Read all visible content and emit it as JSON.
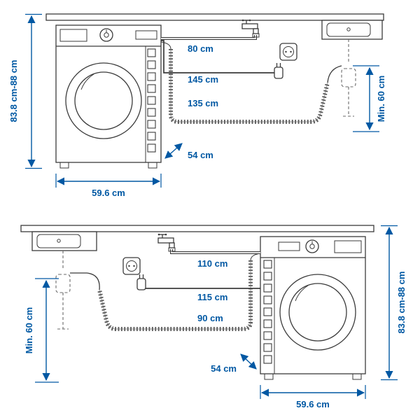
{
  "colors": {
    "accent": "#0058a3",
    "line": "#3b3b3b"
  },
  "top": {
    "height": "83.8 cm-88 cm",
    "width": "59.6 cm",
    "depth": "54 cm",
    "supply_hose": "80 cm",
    "power_cord": "145 cm",
    "drain_hose": "135 cm",
    "min_drain_height": "Min. 60 cm"
  },
  "bottom": {
    "height": "83.8 cm-88 cm",
    "width": "59.6 cm",
    "depth": "54 cm",
    "supply_hose": "110 cm",
    "power_cord": "115 cm",
    "drain_hose": "90 cm",
    "min_drain_height": "Min. 60 cm"
  }
}
